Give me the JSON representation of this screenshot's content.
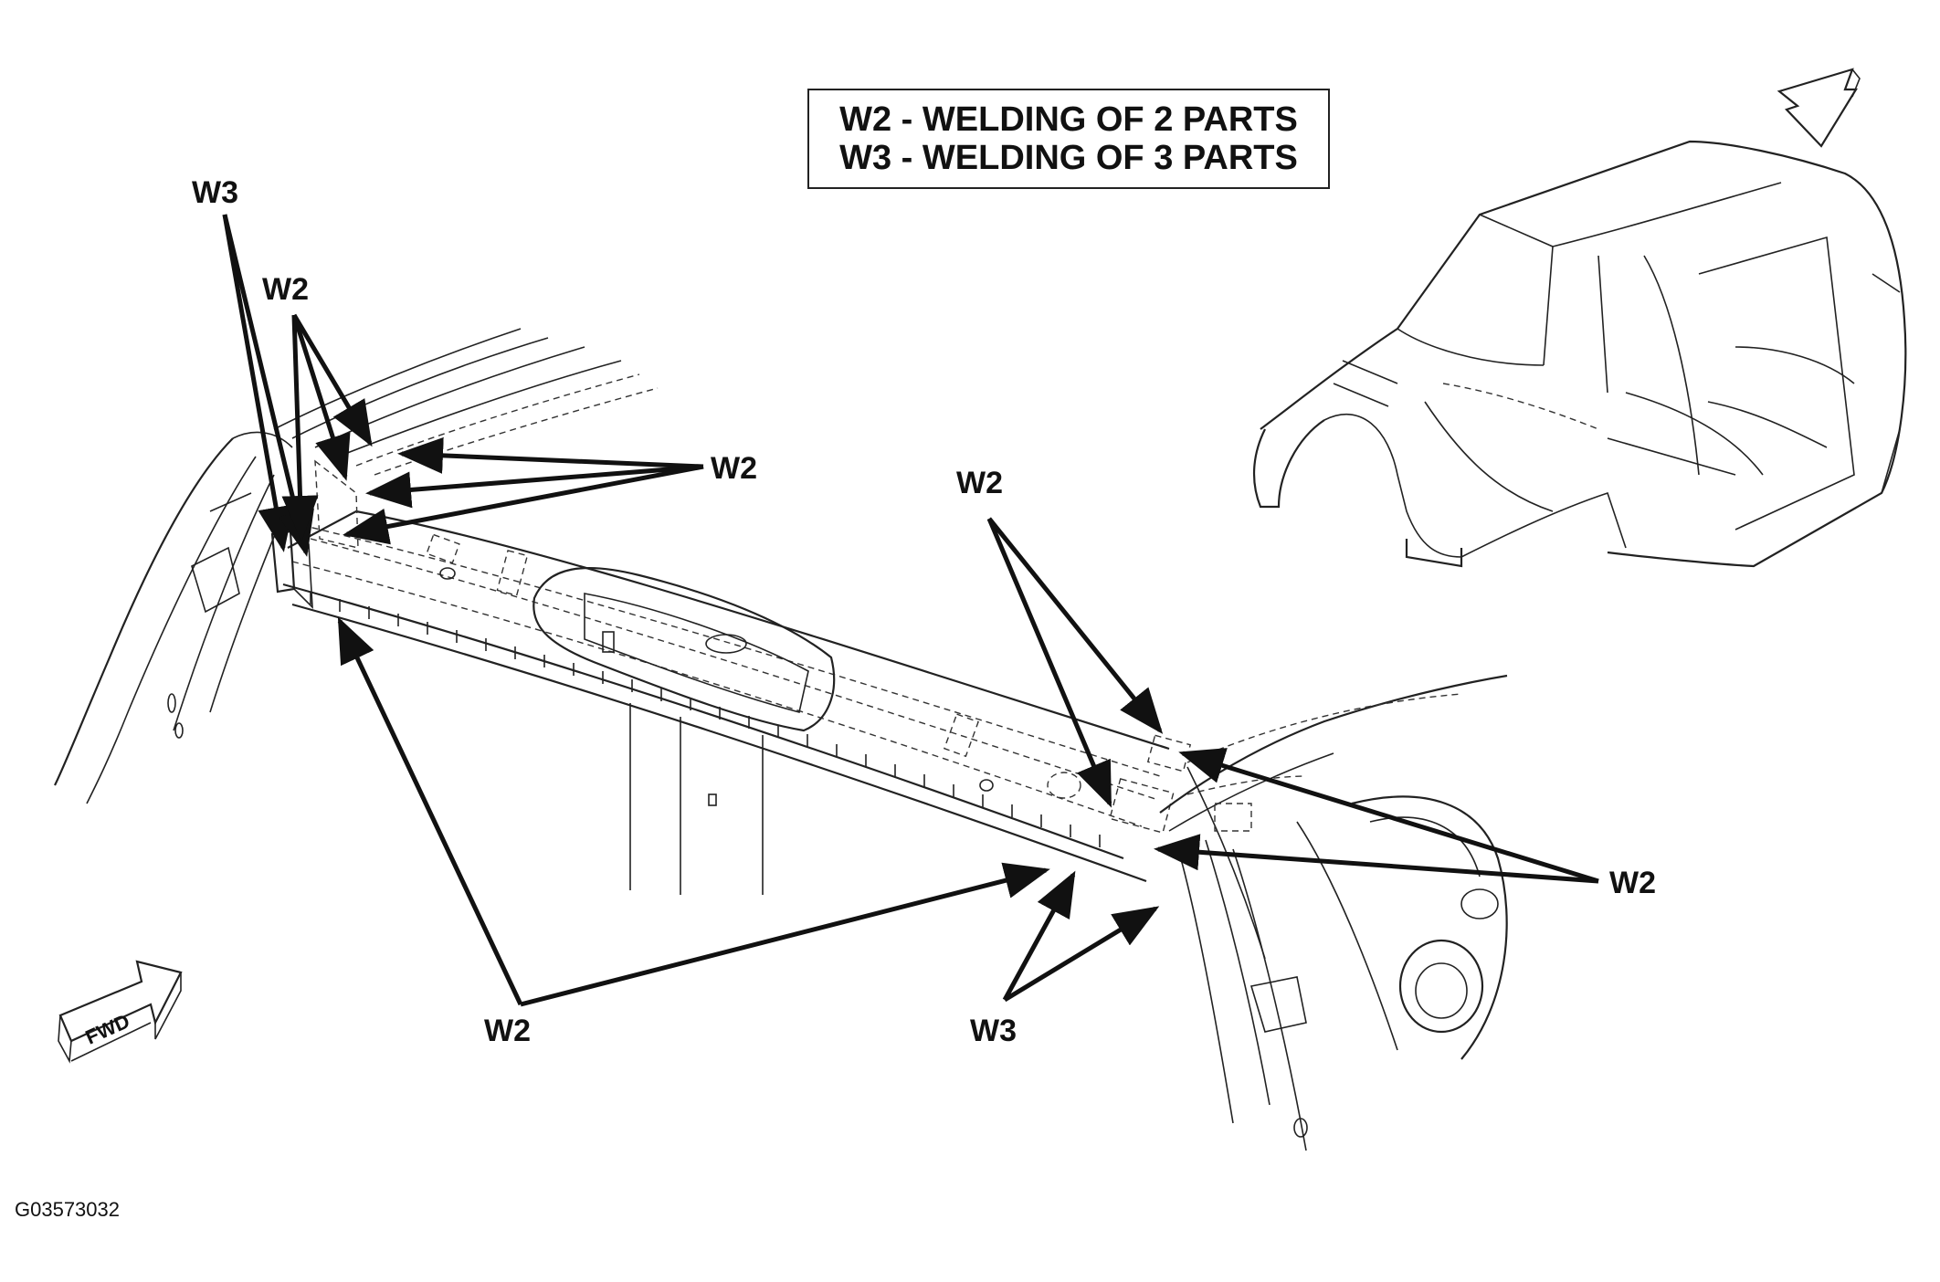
{
  "legend": {
    "line1": "W2 - WELDING OF 2 PARTS",
    "line2": "W3 - WELDING OF 3 PARTS"
  },
  "callouts": {
    "w3_top_left": "W3",
    "w2_top_left": "W2",
    "w2_upper_middle": "W2",
    "w2_right_upper": "W2",
    "w2_right": "W2",
    "w2_bottom_middle": "W2",
    "w3_bottom_right": "W3"
  },
  "fwd_label": "FWD",
  "figure_id": "G03573032"
}
